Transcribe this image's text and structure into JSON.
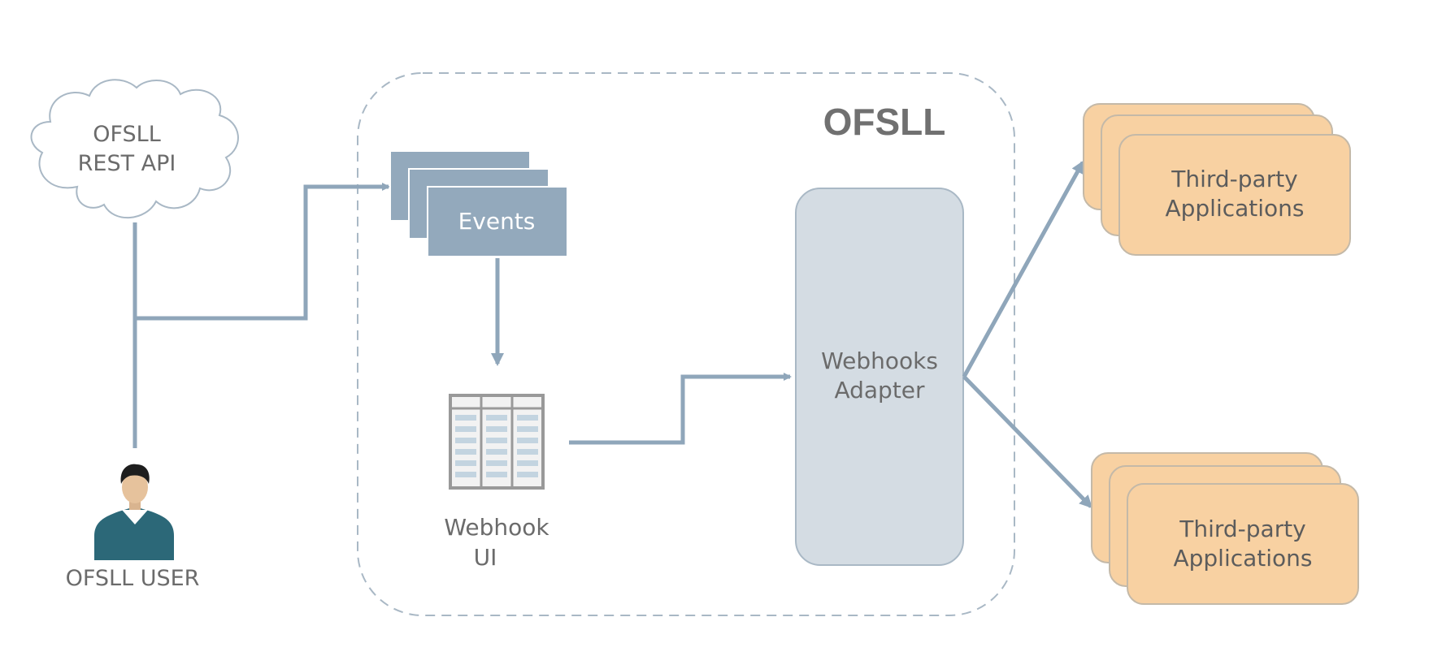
{
  "rest_api": {
    "line1": "OFSLL",
    "line2": "REST API"
  },
  "user": {
    "label": "OFSLL USER"
  },
  "system": {
    "title": "OFSLL"
  },
  "events": {
    "label": "Events"
  },
  "webhook_ui": {
    "line1": "Webhook",
    "line2": "UI"
  },
  "adapter": {
    "line1": "Webhooks",
    "line2": "Adapter"
  },
  "third_party_top": {
    "line1": "Third-party",
    "line2": "Applications"
  },
  "third_party_bottom": {
    "line1": "Third-party",
    "line2": "Applications"
  },
  "colors": {
    "connector": "#8fa6ba",
    "events_fill": "#93a9bc",
    "adapter_fill": "#d4dce3",
    "app_fill": "#f8d1a2",
    "app_stroke": "#c4b9a8",
    "text": "#6b6b6b",
    "user_shirt": "#2c6878"
  }
}
